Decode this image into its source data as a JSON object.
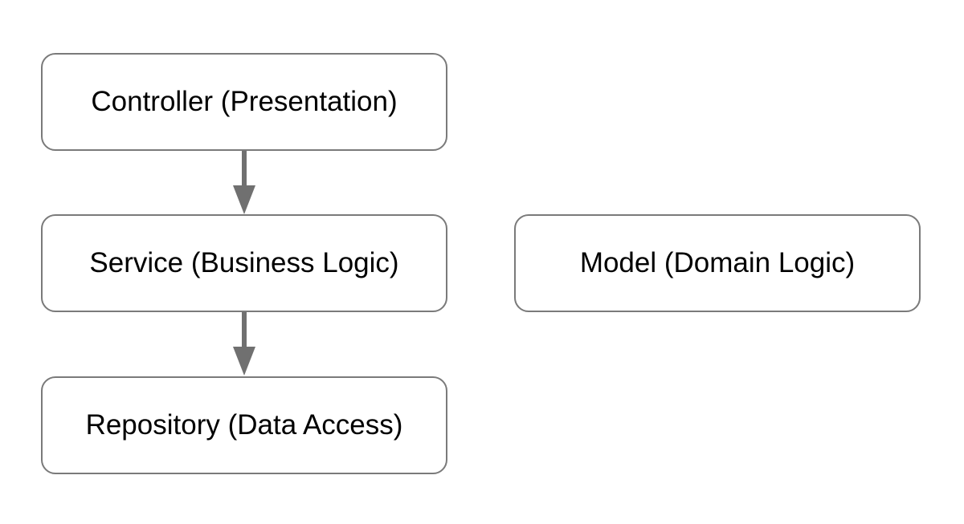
{
  "diagram": {
    "nodes": [
      {
        "id": "controller",
        "label": "Controller (Presentation)"
      },
      {
        "id": "service",
        "label": "Service (Business Logic)"
      },
      {
        "id": "repository",
        "label": "Repository (Data Access)"
      },
      {
        "id": "model",
        "label": "Model (Domain Logic)"
      }
    ],
    "edges": [
      {
        "from": "controller",
        "to": "service"
      },
      {
        "from": "service",
        "to": "repository"
      }
    ],
    "colors": {
      "border": "#7a7a7a",
      "arrow": "#707070",
      "text": "#000000",
      "background": "#ffffff"
    }
  }
}
